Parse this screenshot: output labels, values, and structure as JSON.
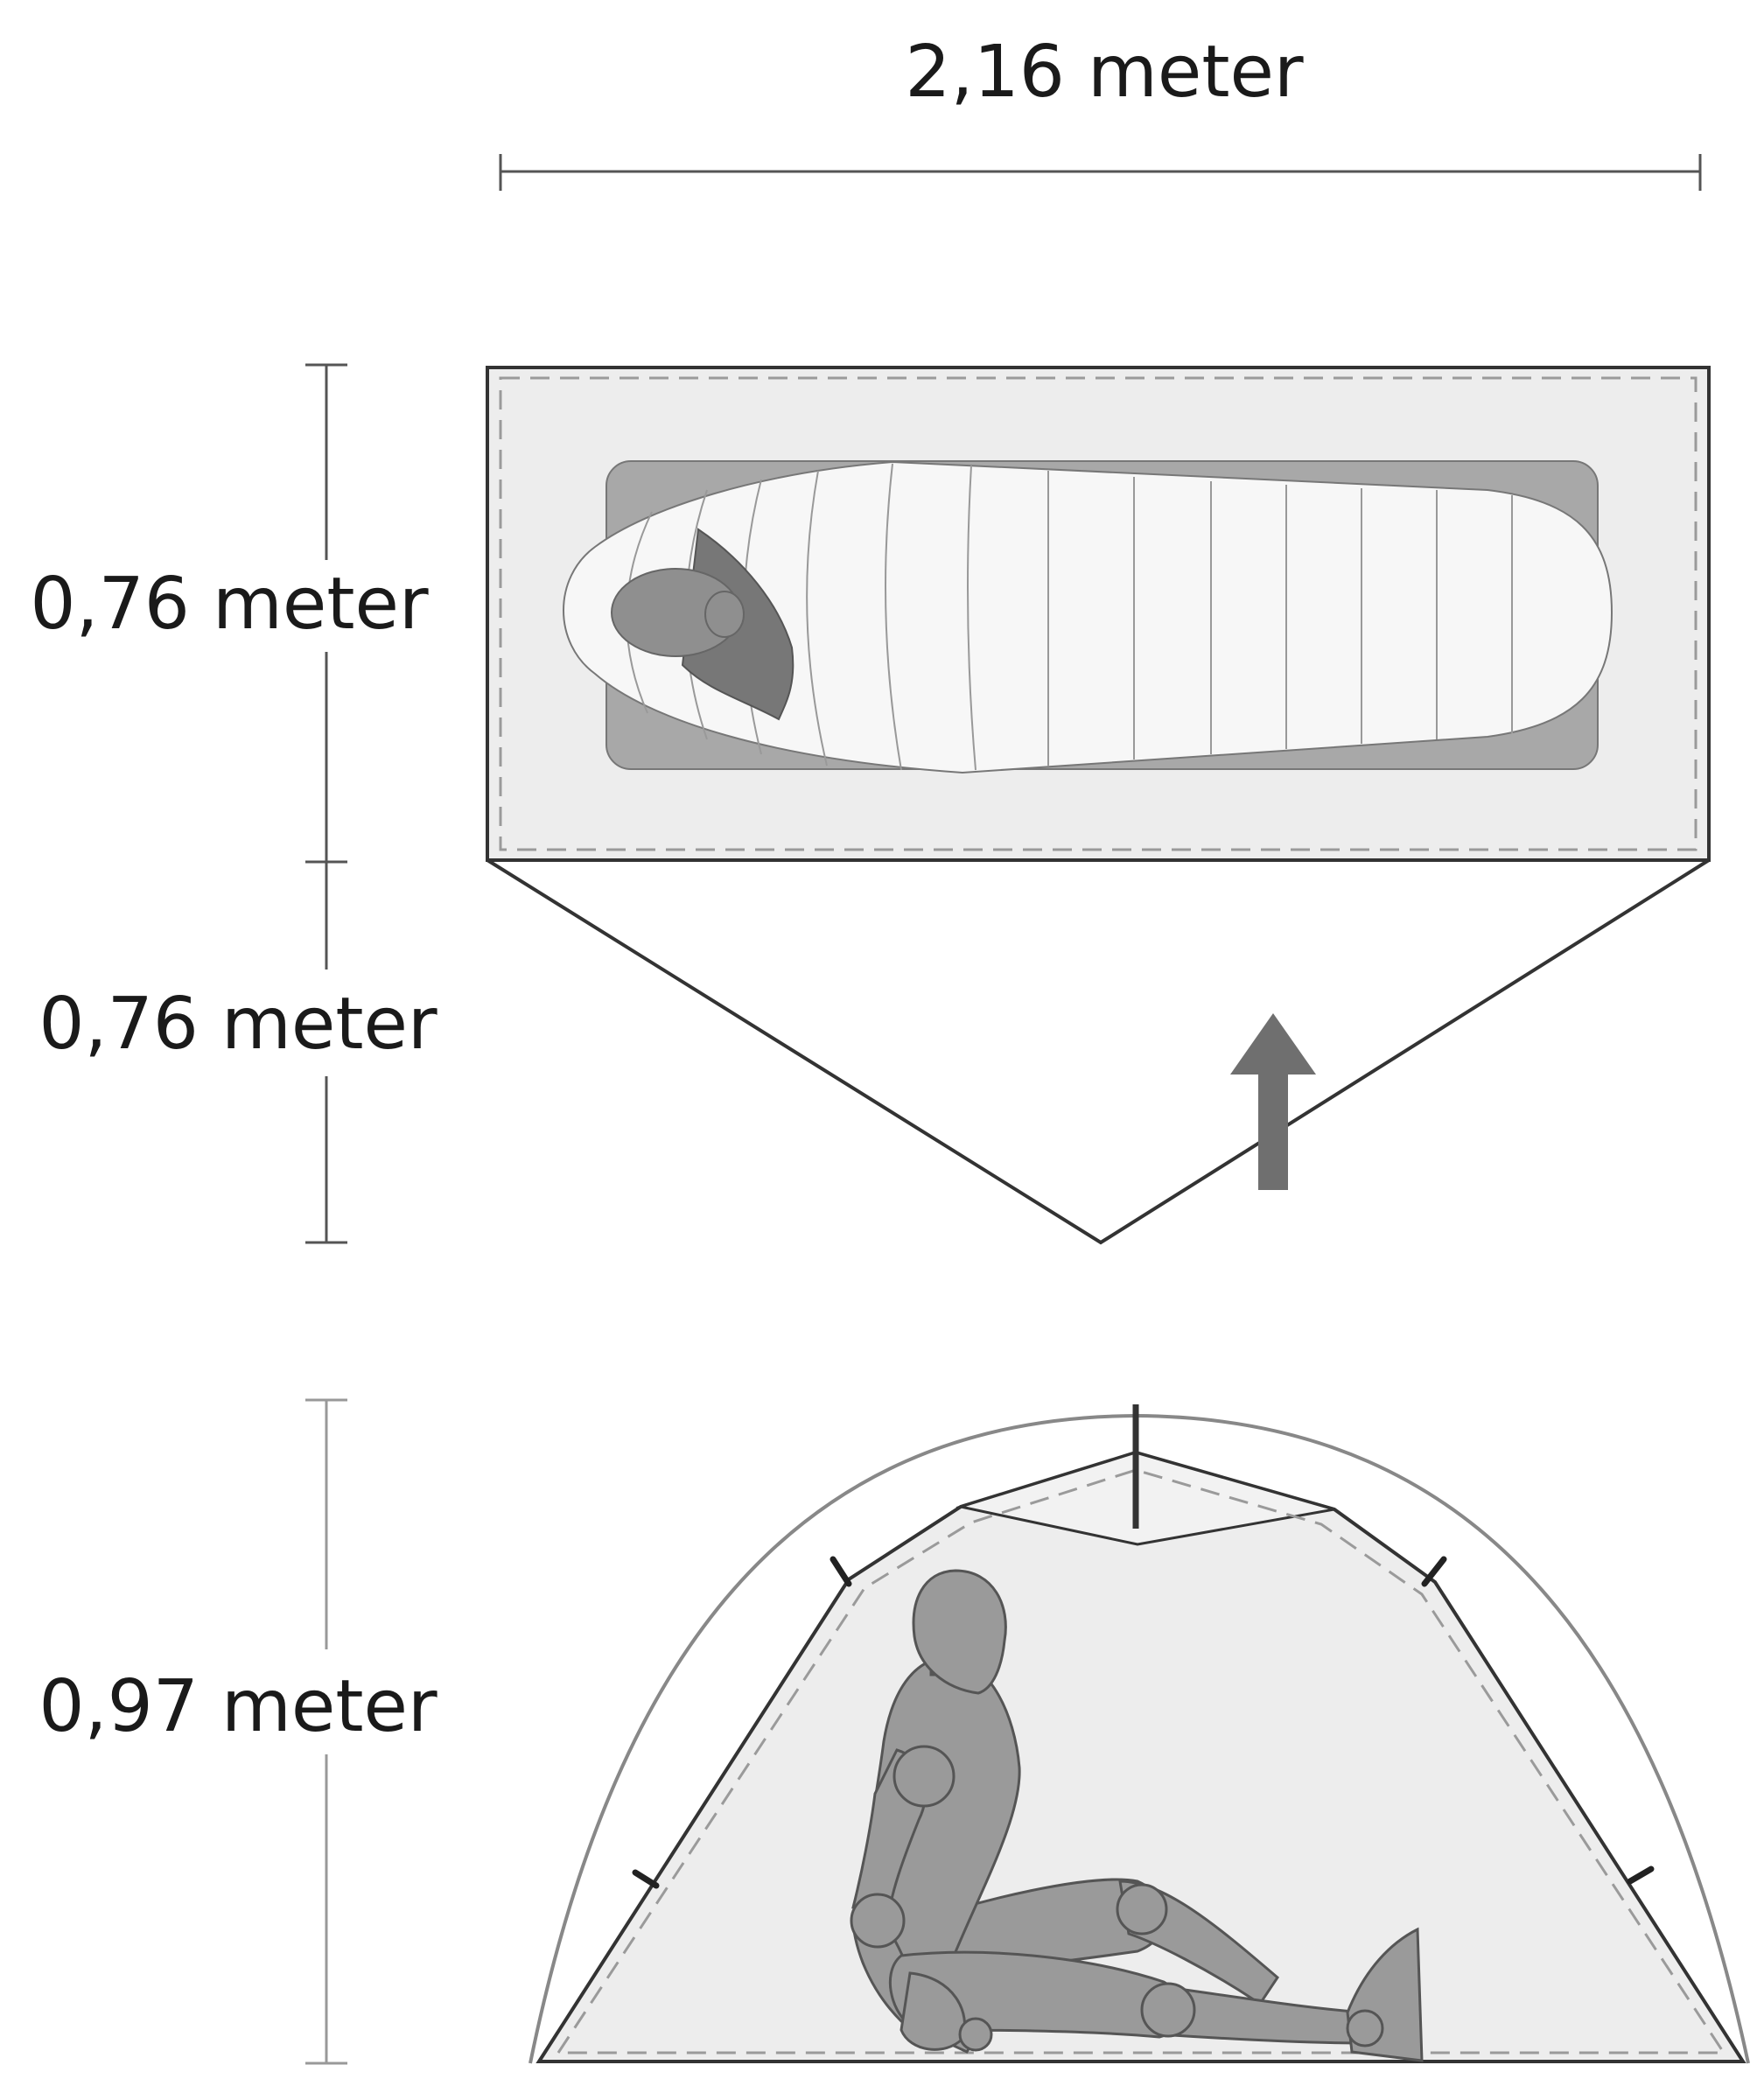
{
  "dimensions": {
    "length_label": "2,16 meter",
    "width_label": "0,76 meter",
    "vestibule_label": "0,76 meter",
    "height_label": "0,97 meter"
  },
  "colors": {
    "outline": "#333333",
    "floor": "#ededed",
    "mat": "#a8a8a8",
    "sleeping_bag": "#f7f7f7",
    "figure": "#9a9a9a",
    "arrow": "#6f6f6f",
    "dashed": "#9a9a9a"
  },
  "icons": {
    "entrance_arrow": "arrow-up-icon"
  }
}
